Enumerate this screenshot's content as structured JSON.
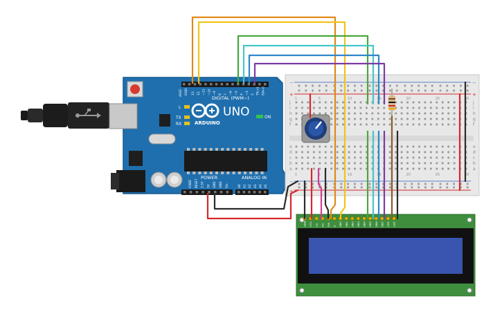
{
  "arduino": {
    "brand": "ARDUINO",
    "model": "UNO",
    "digital_label": "DIGITAL (PWM~)",
    "power_label": "POWER",
    "analog_label": "ANALOG IN",
    "aref": "AREF",
    "gnd": "GND",
    "tx_label": "TX",
    "rx_label": "RX",
    "l_label": "L",
    "on_label": "ON",
    "top_pins": [
      "13",
      "12",
      "~11",
      "~10",
      "~9",
      "8",
      "7",
      "~6",
      "~5",
      "4",
      "~3",
      "2",
      "TX→1",
      "RX←0"
    ],
    "power_pins": [
      "IOREF",
      "RESET",
      "3.3V",
      "5V",
      "GND",
      "GND",
      "Vin"
    ],
    "analog_pins": [
      "A0",
      "A1",
      "A2",
      "A3",
      "A4",
      "A5"
    ]
  },
  "breadboard": {
    "row_letters_top": [
      "j",
      "i",
      "h",
      "g",
      "f"
    ],
    "row_letters_bottom": [
      "e",
      "d",
      "c",
      "b",
      "a"
    ],
    "column_numbers": [
      "1",
      "5",
      "10",
      "15",
      "20",
      "25",
      "30"
    ],
    "plus": "+",
    "minus": "−"
  },
  "lcd": {
    "pin_labels": [
      "GND",
      "VCC",
      "V0",
      "RS",
      "RW",
      "E",
      "DB0",
      "DB1",
      "DB2",
      "DB3",
      "DB4",
      "DB5",
      "DB6",
      "DB7",
      "LED",
      "LED"
    ]
  },
  "colors": {
    "board_blue": "#1f6fae",
    "breadboard": "#e8e8e8",
    "lcd_green": "#3e8e3e",
    "lcd_screen": "#3a55b0",
    "wire_red": "#d6262b",
    "wire_black": "#2a2a2a",
    "wire_orange": "#e08a17",
    "wire_yellow": "#f0c419",
    "wire_green": "#47a83b",
    "wire_cyan": "#45c6c6",
    "wire_blue": "#2f86c9",
    "wire_purple": "#7b3aa3",
    "wire_magenta": "#d43c8f",
    "wire_brown": "#8b5a2b"
  }
}
